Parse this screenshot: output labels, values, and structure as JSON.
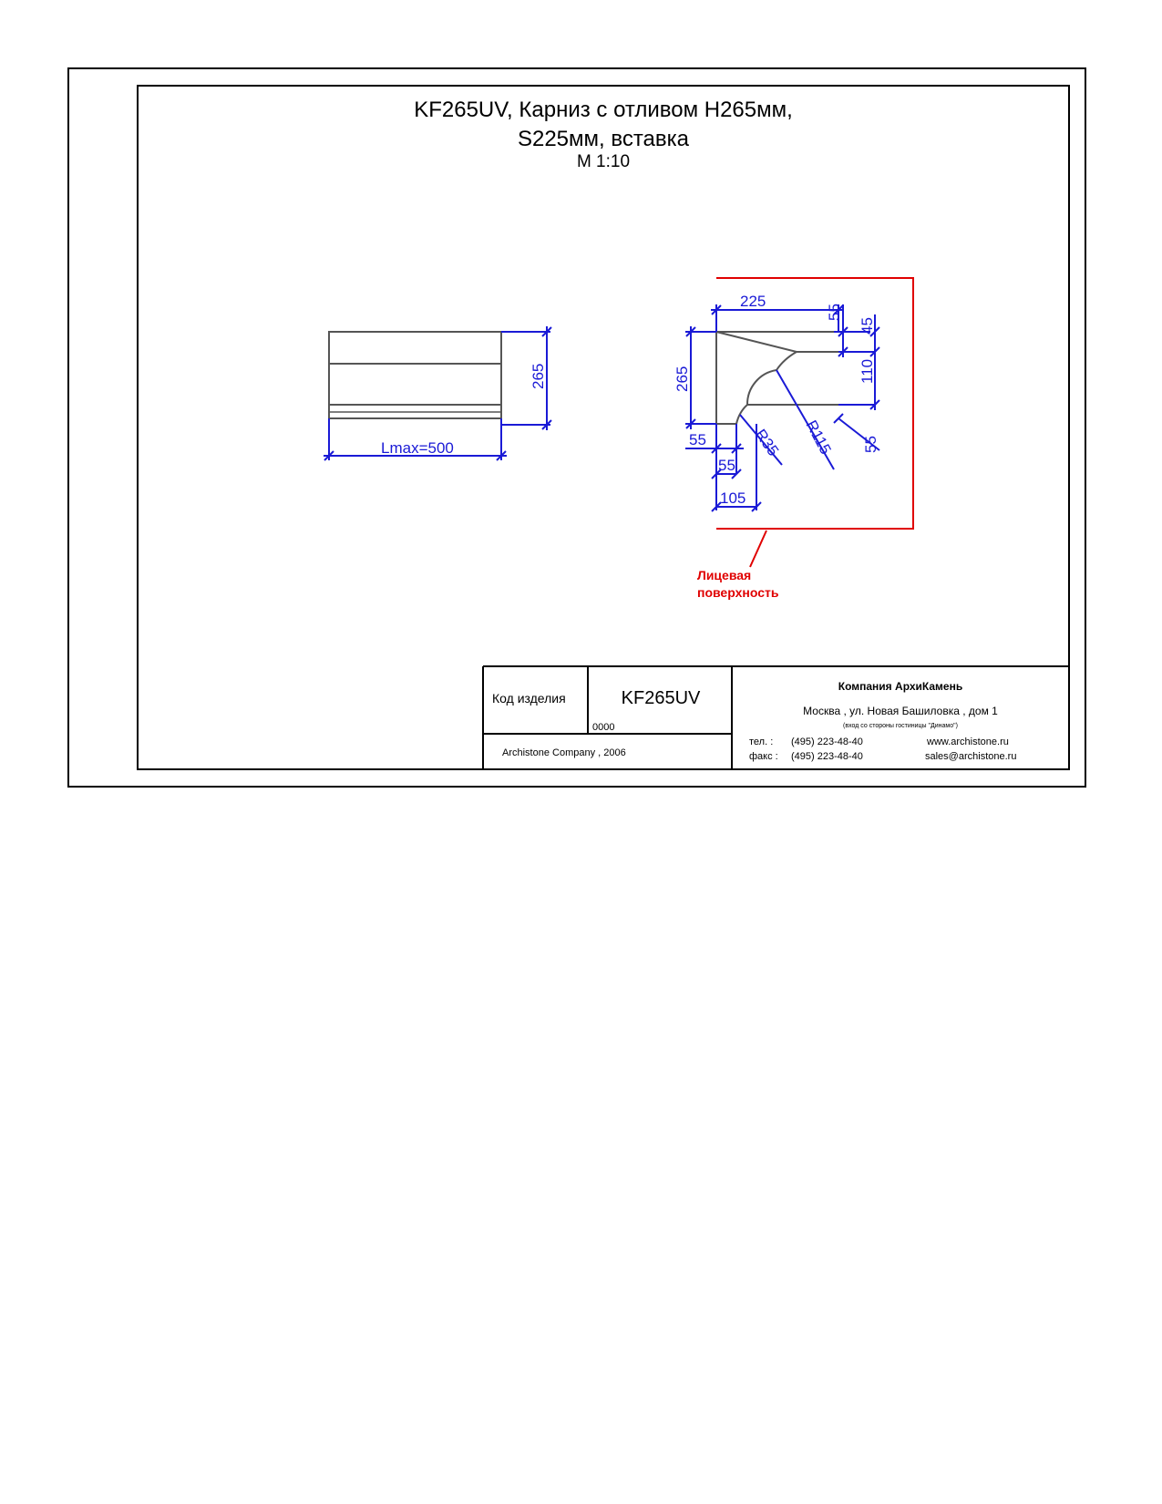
{
  "drawing": {
    "title_line1": "KF265UV, Карниз с отливом H265мм,",
    "title_line2": "S225мм, вставка",
    "scale": "M 1:10"
  },
  "front_view": {
    "length_label": "Lmax=500",
    "height_label": "265"
  },
  "section_view": {
    "dims": [
      "225",
      "55",
      "45",
      "110",
      "265",
      "55",
      "55",
      "55",
      "105",
      "R35",
      "R115"
    ],
    "face_label_line1": "Лицевая",
    "face_label_line2": "поверхность"
  },
  "title_block": {
    "code_label": "Код изделия",
    "code": "KF265UV",
    "number": "0000",
    "copyright": "Archistone  Company ,  2006",
    "company": "Компания  АрхиКамень",
    "address": "Москва , ул. Новая Башиловка , дом 1",
    "address_note": "(вход со стороны гостиницы \"Динамо\")",
    "tel_label": "тел.   :",
    "tel": "(495) 223-48-40",
    "fax_label": "факс :",
    "fax": "(495) 223-48-40",
    "website": "www.archistone.ru",
    "email": "sales@archistone.ru"
  },
  "colors": {
    "dimension": "#1a1ad6",
    "face_marker": "#e00000",
    "outline": "#000000"
  }
}
